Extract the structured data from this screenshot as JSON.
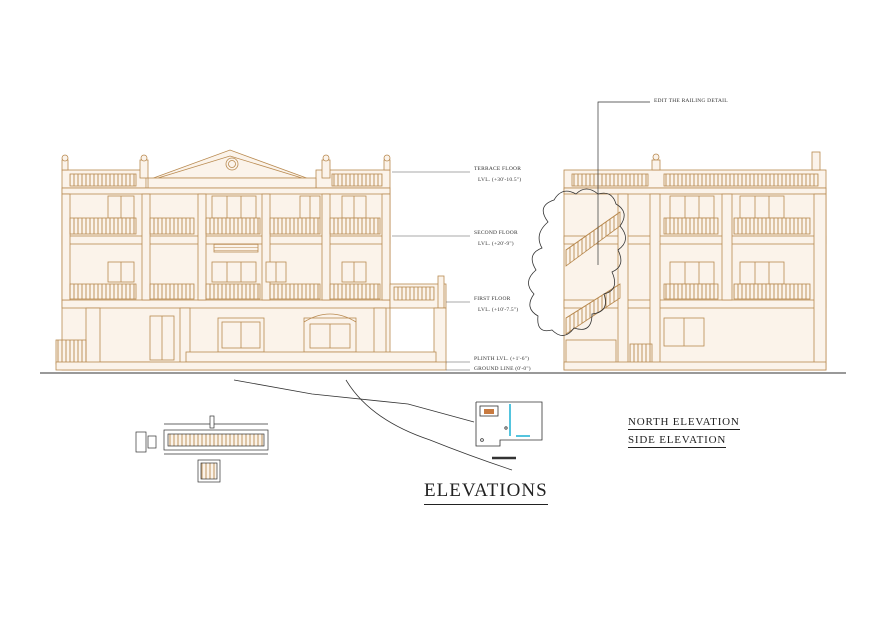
{
  "title": "ELEVATIONS",
  "views": {
    "north": "NORTH  ELEVATION",
    "side": "SIDE ELEVATION"
  },
  "callouts": {
    "railing": "EDIT THE RAILING DETAIL"
  },
  "levels": [
    {
      "name": "TERRACE FLOOR",
      "value": "LVL. (+30'-10.5\")"
    },
    {
      "name": "SECOND FLOOR",
      "value": "LVL. (+20'-9\")"
    },
    {
      "name": "FIRST FLOOR",
      "value": "LVL. (+10'-7.5\")"
    },
    {
      "name": "PLINTH LVL. (+1'-6\")",
      "value": ""
    },
    {
      "name": "GROUND LINE (0'-0\")",
      "value": ""
    }
  ],
  "colors": {
    "line": "#b98a50",
    "fill": "#fbf3ea",
    "ink": "#222222"
  }
}
